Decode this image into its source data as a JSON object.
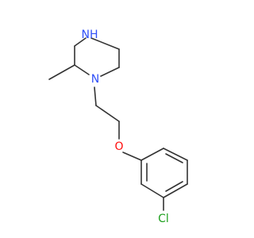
{
  "molecule": {
    "atoms": {
      "nh": {
        "text": "NH",
        "color": "#3050F8"
      },
      "n": {
        "text": "N",
        "color": "#3050F8"
      },
      "o": {
        "text": "O",
        "color": "#FF0D0D"
      },
      "cl": {
        "text": "Cl",
        "color": "#1FA01F"
      }
    },
    "bond_color": "#333333"
  }
}
